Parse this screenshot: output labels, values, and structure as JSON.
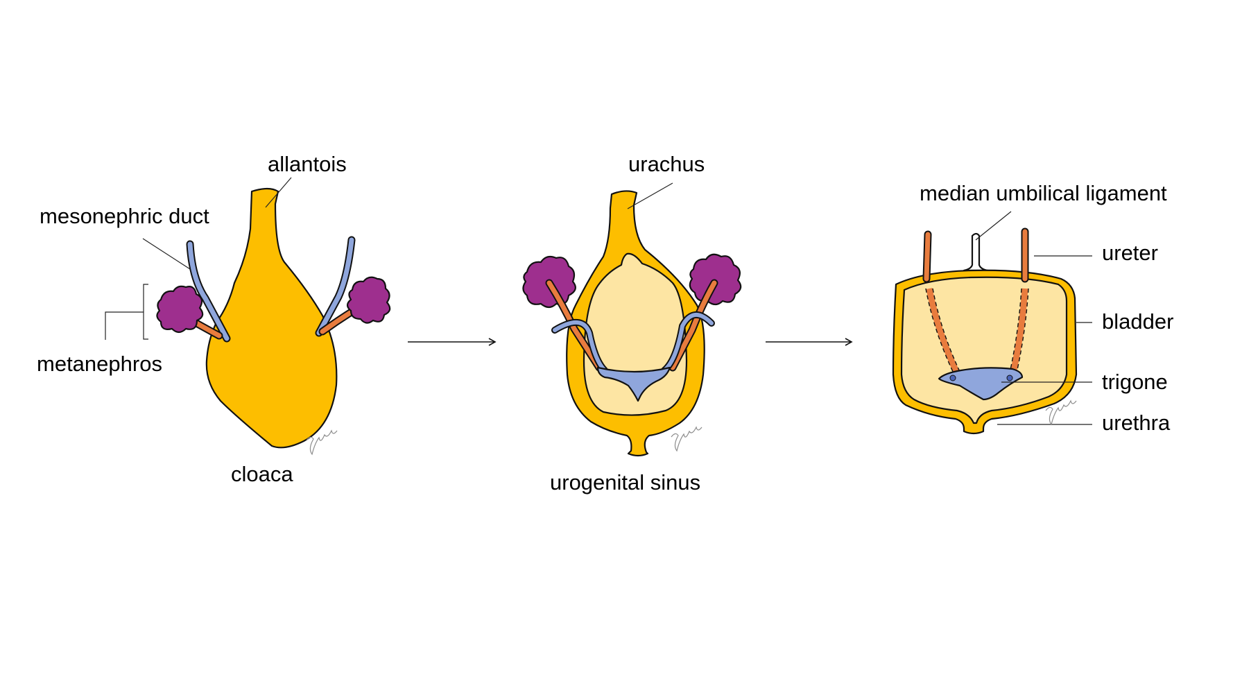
{
  "panel1": {
    "labels": {
      "allantois": "allantois",
      "mesonephric_duct": "mesonephric duct",
      "metanephros": "metanephros",
      "cloaca": "cloaca"
    }
  },
  "panel2": {
    "labels": {
      "urachus": "urachus",
      "urogenital_sinus": "urogenital sinus"
    }
  },
  "panel3": {
    "labels": {
      "median_umbilical_ligament": "median umbilical ligament",
      "ureter": "ureter",
      "bladder": "bladder",
      "trigone": "trigone",
      "urethra": "urethra"
    }
  },
  "colors": {
    "yellow": "#FDBE00",
    "pale_yellow": "#FDE5A3",
    "blue": "#8FA6DC",
    "orange": "#E87C3E",
    "purple": "#9E2F8E",
    "outline": "#111111"
  }
}
